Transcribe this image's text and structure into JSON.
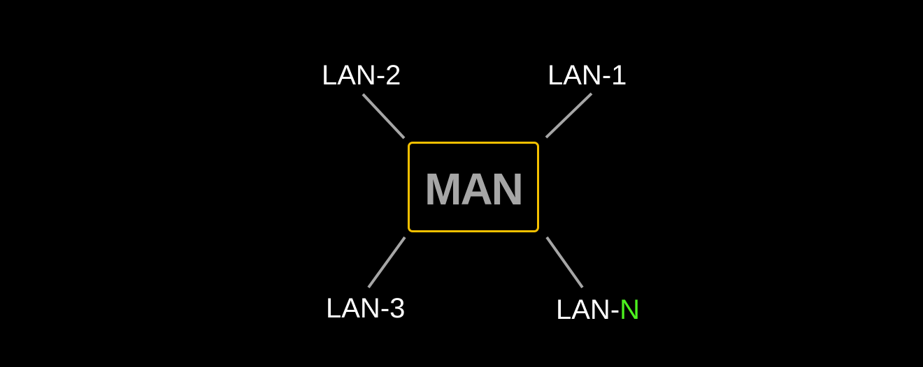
{
  "colors": {
    "background": "#000000",
    "man_border": "#f5c000",
    "man_text": "#a6a6a6",
    "link": "#a6a6a6",
    "lan_text": "#ffffff",
    "lan_n_accent": "#4cf01e"
  },
  "center": {
    "label": "MAN"
  },
  "nodes": [
    {
      "id": "lan-2",
      "prefix": "LAN-",
      "suffix": "2"
    },
    {
      "id": "lan-1",
      "prefix": "LAN-",
      "suffix": "1"
    },
    {
      "id": "lan-3",
      "prefix": "LAN-",
      "suffix": "3"
    },
    {
      "id": "lan-n",
      "prefix": "LAN-",
      "suffix": "N"
    }
  ]
}
